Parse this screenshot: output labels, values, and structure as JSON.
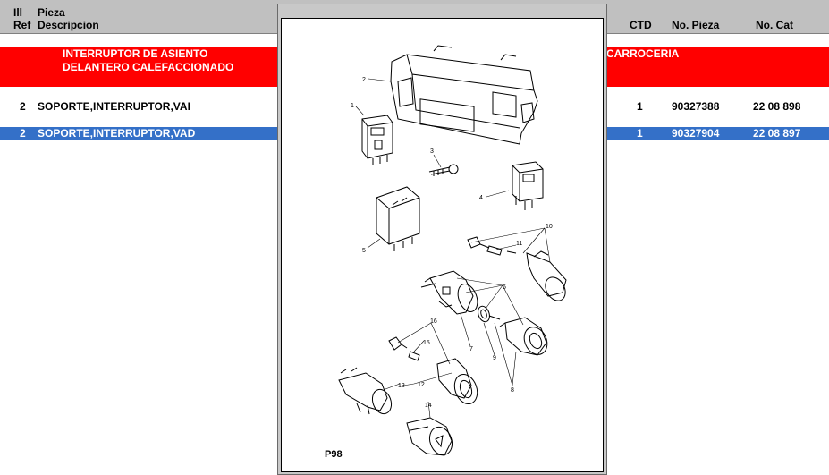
{
  "header": {
    "col_ill_ref_line1": "Ill",
    "col_ill_ref_line2": "Ref",
    "col_piece_line1": "Pieza",
    "col_piece_line2": "Descripcion",
    "col_qty": "CTD",
    "col_part_no": "No. Pieza",
    "col_cat_no": "No. Cat"
  },
  "group_row": {
    "line1": "INTERRUPTOR DE ASIENTO",
    "line2": "DELANTERO CALEFACCIONADO",
    "section": "CARROCERIA"
  },
  "rows": [
    {
      "ref": "2",
      "desc": "SOPORTE,INTERRUPTOR,VAI",
      "qty": "1",
      "part_no": "90327388",
      "cat_no": "22 08 898"
    },
    {
      "ref": "2",
      "desc": "SOPORTE,INTERRUPTOR,VAD",
      "qty": "1",
      "part_no": "90327904",
      "cat_no": "22 08 897"
    }
  ],
  "diagram": {
    "plate_label": "P98",
    "callouts": [
      "1",
      "2",
      "3",
      "4",
      "5",
      "6",
      "7",
      "8",
      "9",
      "10",
      "11",
      "12",
      "13",
      "14",
      "15",
      "16"
    ]
  },
  "colors": {
    "header_bg": "#c0c0c0",
    "group_row_bg": "#ff0000",
    "selected_row_bg": "#3470c8"
  }
}
